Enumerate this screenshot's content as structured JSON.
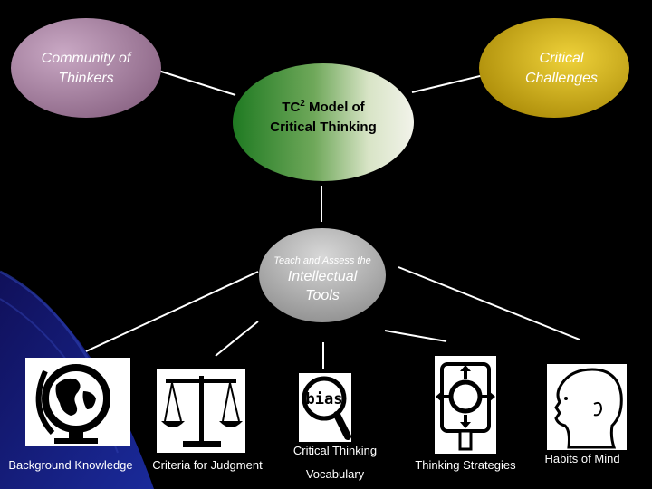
{
  "nodes": {
    "community": {
      "line1": "Community of",
      "line2": "Thinkers"
    },
    "challenges": {
      "line1": "Critical",
      "line2": "Challenges"
    },
    "model": {
      "prefix": "TC",
      "superscript": "2",
      "suffix": " Model of",
      "line2": "Critical Thinking"
    },
    "tools": {
      "small": "Teach and Assess the",
      "line1": "Intellectual",
      "line2": "Tools"
    }
  },
  "tools": [
    {
      "label": "Background Knowledge",
      "icon": "globe-icon"
    },
    {
      "label": "Criteria for Judgment",
      "icon": "scales-icon"
    },
    {
      "label1": "Critical Thinking",
      "label2": "Vocabulary",
      "icon": "magnifier-bias-icon",
      "icon_text": "bias"
    },
    {
      "label": "Thinking Strategies",
      "icon": "roundabout-sign-icon"
    },
    {
      "label": "Habits of Mind",
      "icon": "head-profile-icon"
    }
  ],
  "colors": {
    "background": "#000000",
    "community": "#a47fa0",
    "challenges": "#d6b300",
    "model_dark": "#2f8a30",
    "model_light": "#ecefe0",
    "tools": "#b0b0b0"
  }
}
